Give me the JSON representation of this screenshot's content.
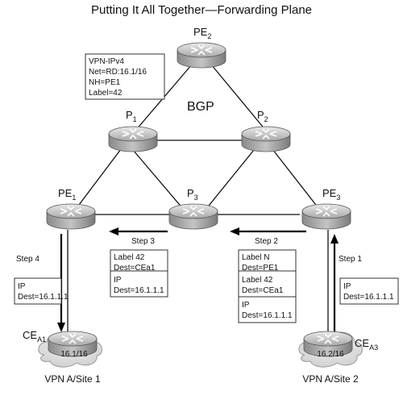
{
  "title": "Putting It All Together—Forwarding Plane",
  "bgp_label": "BGP",
  "routers": {
    "pe2": {
      "name": "PE",
      "sub": "2"
    },
    "p1": {
      "name": "P",
      "sub": "1"
    },
    "p2": {
      "name": "P",
      "sub": "2"
    },
    "pe1": {
      "name": "PE",
      "sub": "1"
    },
    "p3": {
      "name": "P",
      "sub": "3"
    },
    "pe3": {
      "name": "PE",
      "sub": "3"
    },
    "cea1": {
      "name": "CE",
      "sub": "A1"
    },
    "cea3": {
      "name": "CE",
      "sub": "A3"
    }
  },
  "clouds": {
    "site1_net": "16.1/16",
    "site2_net": "16.2/16"
  },
  "sites": {
    "site1": "VPN A/Site 1",
    "site2": "VPN A/Site 2"
  },
  "steps": {
    "step1": "Step 1",
    "step2": "Step 2",
    "step3": "Step 3",
    "step4": "Step 4"
  },
  "boxes": {
    "vpn_ipv4": [
      "VPN-IPv4",
      "Net=RD:16.1/16",
      "NH=PE1",
      "Label=42"
    ],
    "step1_ip": [
      "IP",
      "Dest=16.1.1.1"
    ],
    "step4_ip": [
      "IP",
      "Dest=16.1.1.1"
    ],
    "step3_label": [
      "Label 42",
      "Dest=CEa1"
    ],
    "step3_ip": [
      "IP",
      "Dest=16.1.1.1"
    ],
    "step2_labeln": [
      "Label N",
      "Dest=PE1"
    ],
    "step2_label42": [
      "Label 42",
      "Dest=CEa1"
    ],
    "step2_ip": [
      "IP",
      "Dest=16.1.1.1"
    ]
  }
}
